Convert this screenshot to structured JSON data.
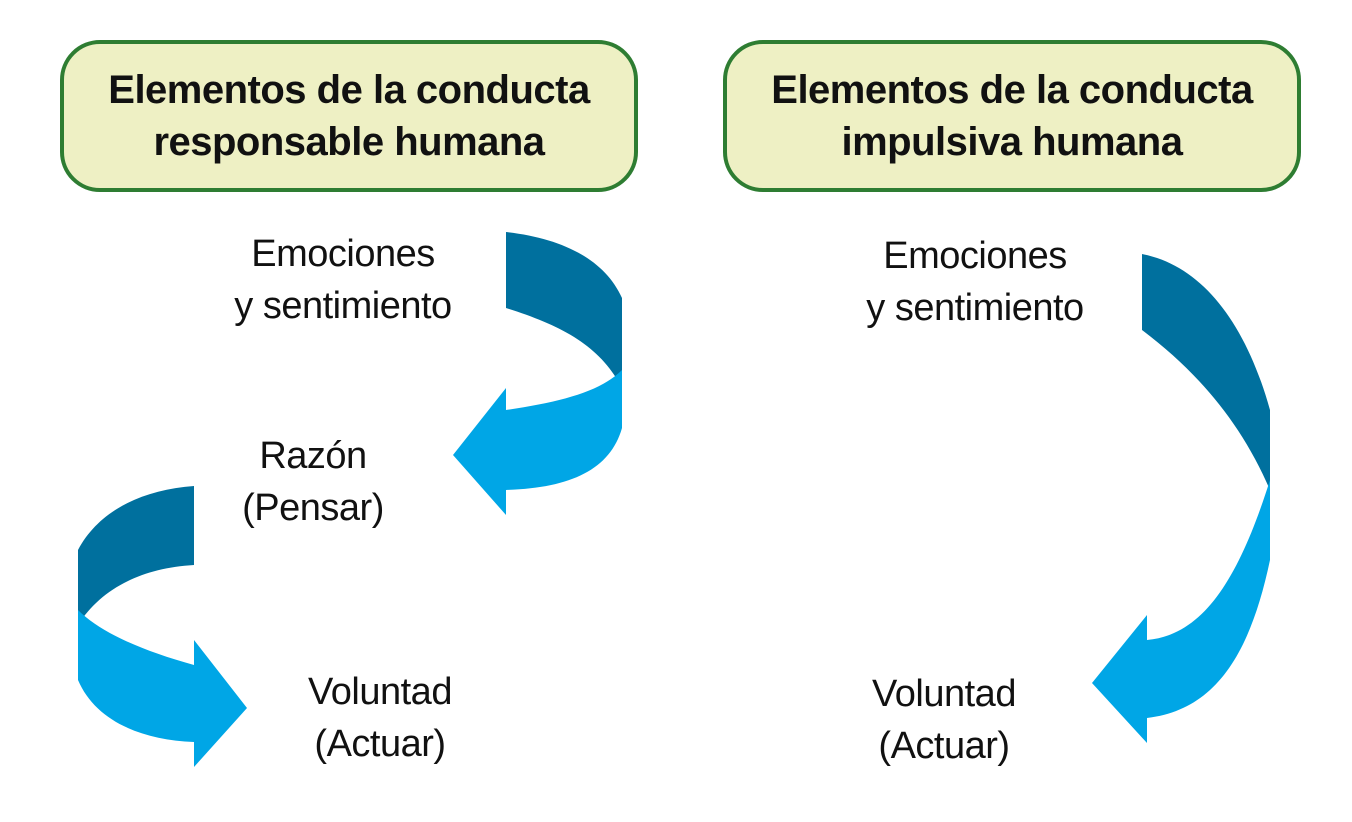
{
  "left": {
    "title_line1": "Elementos de la conducta",
    "title_line2": "responsable humana",
    "step1_line1": "Emociones",
    "step1_line2": "y sentimiento",
    "step2_line1": "Razón",
    "step2_line2": "(Pensar)",
    "step3_line1": "Voluntad",
    "step3_line2": "(Actuar)"
  },
  "right": {
    "title_line1": "Elementos de la conducta",
    "title_line2": "impulsiva humana",
    "step1_line1": "Emociones",
    "step1_line2": "y sentimiento",
    "step2_line1": "Voluntad",
    "step2_line2": "(Actuar)"
  },
  "colors": {
    "box_fill": "#eef0c4",
    "box_border": "#2e7d32",
    "arrow_dark": "#00709e",
    "arrow_light": "#00a6e6"
  }
}
